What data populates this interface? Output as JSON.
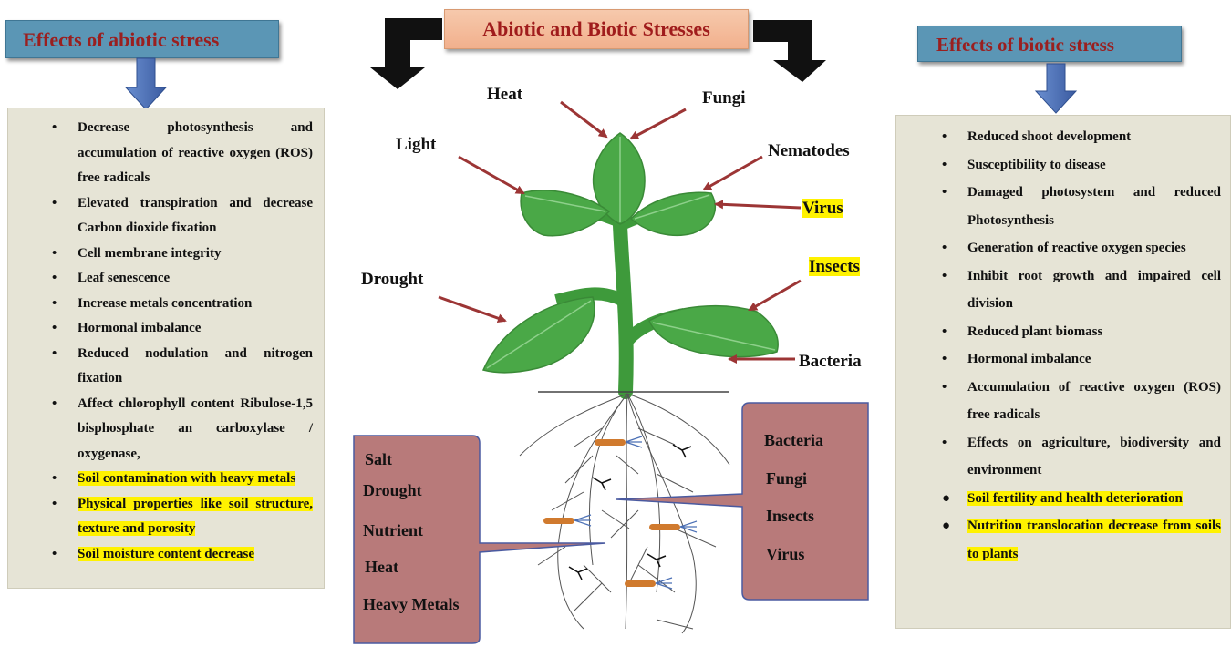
{
  "title": "Abiotic and Biotic Stresses",
  "abiotic_header": "Effects of abiotic stress",
  "biotic_header": "Effects of biotic stress",
  "abiotic_effects": [
    {
      "text": "Decrease photosynthesis and accumulation of reactive oxygen (ROS) free radicals",
      "highlight": false
    },
    {
      "text": "Elevated transpiration and decrease Carbon dioxide fixation",
      "highlight": false
    },
    {
      "text": "Cell membrane integrity",
      "highlight": false
    },
    {
      "text": "Leaf senescence",
      "highlight": false
    },
    {
      "text": "Increase metals concentration",
      "highlight": false
    },
    {
      "text": "Hormonal imbalance",
      "highlight": false
    },
    {
      "text": "Reduced nodulation and nitrogen fixation",
      "highlight": false
    },
    {
      "text": "Affect chlorophyll content Ribulose-1,5 bisphosphate  an carboxylase / oxygenase,",
      "highlight": false
    },
    {
      "text": "Soil contamination with heavy metals",
      "highlight": true
    },
    {
      "text": "Physical properties like soil structure, texture and porosity",
      "highlight": true
    },
    {
      "text": "Soil moisture content decrease",
      "highlight": true
    }
  ],
  "biotic_effects": [
    {
      "text": "Reduced shoot development",
      "highlight": false
    },
    {
      "text": "Susceptibility to disease",
      "highlight": false
    },
    {
      "text": "Damaged photosystem and reduced Photosynthesis",
      "highlight": false
    },
    {
      "text": "Generation of reactive oxygen species",
      "highlight": false
    },
    {
      "text": "Inhibit root growth and impaired cell  division",
      "highlight": false
    },
    {
      "text": "Reduced plant biomass",
      "highlight": false
    },
    {
      "text": "Hormonal imbalance",
      "highlight": false
    },
    {
      "text": "Accumulation of reactive oxygen (ROS) free radicals",
      "highlight": false
    },
    {
      "text": "Effects on agriculture, biodiversity and environment",
      "highlight": false
    },
    {
      "text": "Soil fertility and health deterioration",
      "highlight": true
    },
    {
      "text": "Nutrition translocation decrease from soils to plants",
      "highlight": true
    }
  ],
  "plant_labels": {
    "heat": "Heat",
    "fungi": "Fungi",
    "light": "Light",
    "nematodes": "Nematodes",
    "virus": "Virus",
    "insects": "Insects",
    "drought": "Drought",
    "bacteria": "Bacteria"
  },
  "soil_abiotic": [
    "Salt",
    "Drought",
    "Nutrient",
    "Heat",
    "Heavy Metals"
  ],
  "soil_biotic": [
    "Bacteria",
    "Fungi",
    "Insects",
    "Virus"
  ],
  "colors": {
    "header_blue": "#5b96b5",
    "header_text": "#9a1f1f",
    "panel_bg": "#e6e4d6",
    "leaf_green": "#4aa847",
    "arrow_red": "#9c3535",
    "callout_rose": "#b87a7a",
    "highlight": "#fff200",
    "down_arrow_blue": "#4a6fb5"
  }
}
